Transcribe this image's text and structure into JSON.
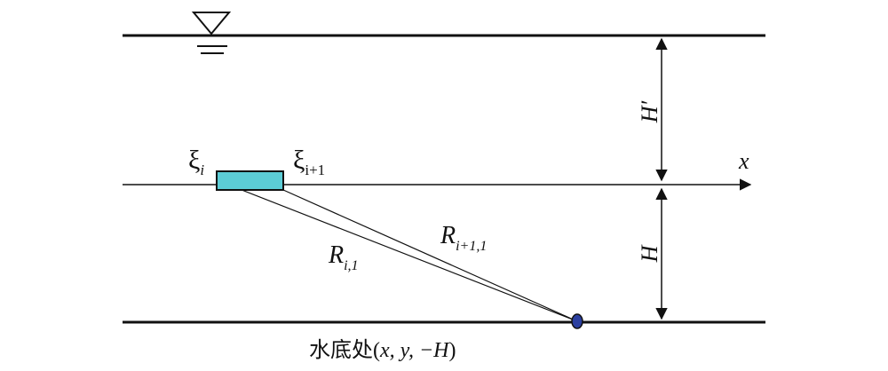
{
  "labels": {
    "xi": "ξ",
    "xi_sub": "i",
    "xi1": "ξ",
    "xi1_sub": "i+1",
    "x_axis": "x",
    "h_prime": "H′",
    "h": "H",
    "r1": "R",
    "r1_sub": "i,1",
    "r2": "R",
    "r2_sub": "i+1,1",
    "bottom_prefix": "水底处(",
    "bottom_coords": "x, y, −H",
    "bottom_suffix": ")"
  },
  "colors": {
    "line": "#111111",
    "element_fill": "#5ccdd6",
    "point_fill": "#2b3fa0"
  },
  "icons": {
    "water_surface": "water-level-triangle-icon"
  }
}
